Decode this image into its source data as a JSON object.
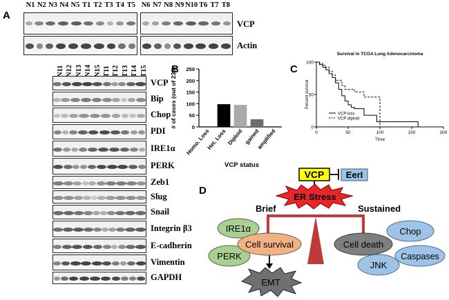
{
  "panel_a": {
    "letter": "A",
    "top_lanes_left": [
      "N1",
      "N2",
      "N3",
      "N4",
      "N5",
      "T1",
      "T2",
      "T3",
      "T4",
      "T5"
    ],
    "top_lanes_right": [
      "N6",
      "N7",
      "N8",
      "N9",
      "N10",
      "T6",
      "T7",
      "T8"
    ],
    "top_proteins": [
      "VCP",
      "Actin"
    ],
    "bottom_lanes": [
      "N11",
      "N12",
      "N13",
      "N14",
      "N15",
      "T11",
      "T12",
      "T13",
      "T14",
      "T15"
    ],
    "bottom_proteins": [
      "VCP",
      "Bip",
      "Chop",
      "PDI",
      "IRE1α",
      "PERK",
      "Zeb1",
      "Slug",
      "Snail",
      "Integrin β3",
      "E-cadherin",
      "Vimentin",
      "GAPDH"
    ]
  },
  "panel_b": {
    "letter": "B",
    "chart_data": {
      "type": "bar",
      "categories": [
        "Homo. Loss",
        "Het. Loss",
        "Diploid",
        "gained",
        "amplified"
      ],
      "values": [
        1,
        98,
        95,
        33,
        1
      ],
      "colors": [
        "#000000",
        "#000000",
        "#aaaaaa",
        "#6e6e6e",
        "#000000"
      ],
      "ylabel": "# of cases (out of 230)",
      "xlabel": "VCP status",
      "ylim": [
        0,
        250
      ],
      "yticks": [
        0,
        50,
        100,
        150,
        200,
        250
      ]
    }
  },
  "panel_c": {
    "letter": "C",
    "chart_data": {
      "type": "line",
      "title": "Survival in TCGA Lung Adenocarcinoma",
      "xlabel": "Time",
      "ylabel": "Percent survival",
      "xlim": [
        0,
        200
      ],
      "ylim": [
        0,
        100
      ],
      "xticks": [
        0,
        50,
        100,
        150,
        200
      ],
      "yticks": [
        0,
        50,
        100
      ],
      "series": [
        {
          "name": "VCP loss",
          "style": "solid",
          "points": [
            [
              0,
              100
            ],
            [
              5,
              96
            ],
            [
              10,
              92
            ],
            [
              15,
              88
            ],
            [
              20,
              82
            ],
            [
              25,
              76
            ],
            [
              30,
              68
            ],
            [
              35,
              58
            ],
            [
              40,
              48
            ],
            [
              45,
              40
            ],
            [
              50,
              34
            ],
            [
              55,
              30
            ],
            [
              60,
              28
            ],
            [
              70,
              28
            ],
            [
              75,
              18
            ],
            [
              90,
              18
            ],
            [
              95,
              8
            ],
            [
              160,
              8
            ],
            [
              160,
              0
            ]
          ]
        },
        {
          "name": "VCP diploid",
          "style": "dashed",
          "points": [
            [
              0,
              100
            ],
            [
              5,
              98
            ],
            [
              10,
              95
            ],
            [
              15,
              92
            ],
            [
              20,
              86
            ],
            [
              25,
              80
            ],
            [
              30,
              72
            ],
            [
              40,
              64
            ],
            [
              45,
              58
            ],
            [
              55,
              58
            ],
            [
              60,
              54
            ],
            [
              70,
              54
            ],
            [
              75,
              46
            ],
            [
              95,
              46
            ],
            [
              100,
              0
            ]
          ]
        }
      ]
    }
  },
  "panel_d": {
    "letter": "D",
    "vcp": "VCP",
    "eeri": "EerI",
    "er_stress": "ER Stress",
    "brief": "Brief",
    "sustained": "Sustained",
    "ire1a": "IRE1α",
    "perk": "PERK",
    "cell_survival": "Cell survival",
    "emt": "EMT",
    "cell_death": "Cell death",
    "chop": "Chop",
    "caspases": "Caspases",
    "jnk": "JNK",
    "colors": {
      "vcp_fill": "#ffff00",
      "eeri_fill": "#9cc3e6",
      "er_stress": "#e8262a",
      "balance": "#c0393b",
      "ire1a": "#a9d08e",
      "perk": "#a9d08e",
      "cell_survival": "#f4b183",
      "emt": "#707070",
      "cell_death": "#7f7f7f",
      "chop": "#9dc3e6",
      "caspases": "#9dc3e6",
      "jnk": "#9dc3e6"
    }
  }
}
